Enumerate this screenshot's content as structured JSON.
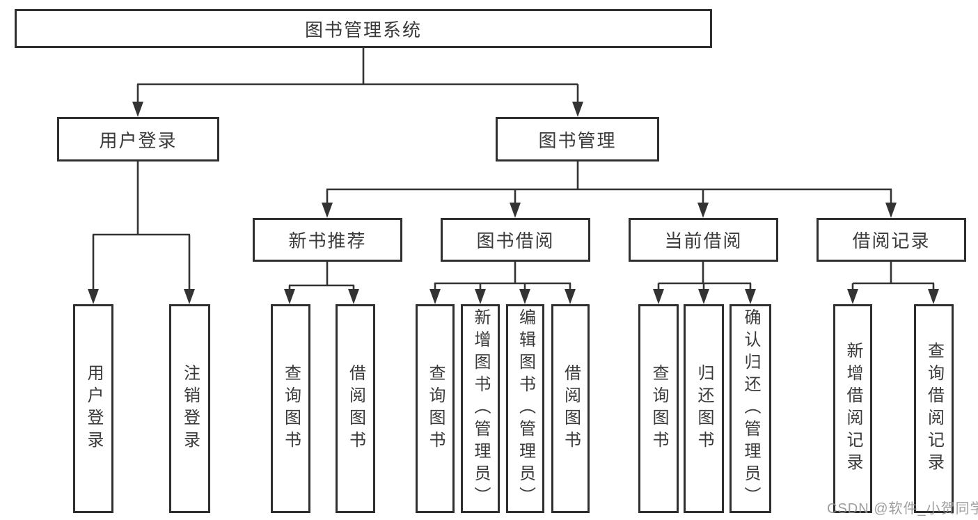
{
  "diagram": {
    "title": "图书管理系统",
    "root": {
      "label": "图书管理系统"
    },
    "level2": {
      "user_login": {
        "label": "用户登录"
      },
      "book_mgmt": {
        "label": "图书管理"
      }
    },
    "level3": {
      "new_book": {
        "label": "新书推荐"
      },
      "book_borrow": {
        "label": "图书借阅"
      },
      "current_borrow": {
        "label": "当前借阅"
      },
      "borrow_record": {
        "label": "借阅记录"
      }
    },
    "leaves": {
      "user_login": [
        "用户登录",
        "注销登录"
      ],
      "new_book": [
        "查询图书",
        "借阅图书"
      ],
      "book_borrow": [
        "查询图书",
        "新增图书（管理员）",
        "编辑图书（管理员）",
        "借阅图书"
      ],
      "current_borrow": [
        "查询图书",
        "归还图书",
        "确认归还（管理员）"
      ],
      "borrow_record": [
        "新增借阅记录",
        "查询借阅记录"
      ]
    }
  },
  "watermark": "CSDN @软件_小贺同学",
  "colors": {
    "line": "#333333",
    "box_border": "#2f2f2f",
    "text": "#3a3a3a",
    "watermark": "#949494",
    "background": "#ffffff"
  }
}
